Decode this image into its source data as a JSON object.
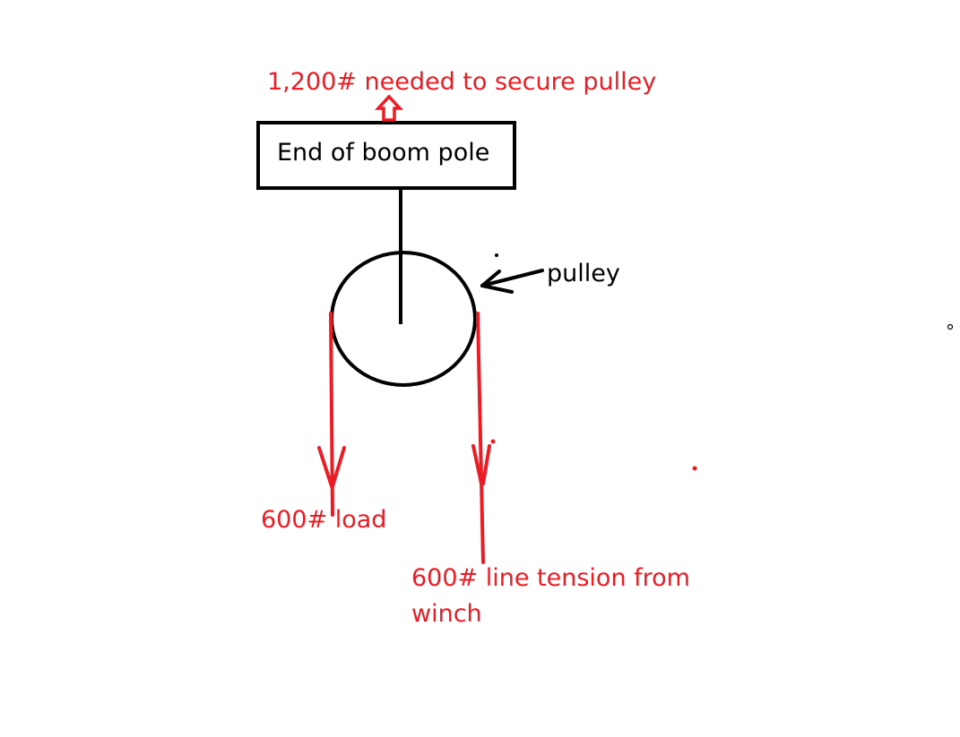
{
  "labels": {
    "top_force": "1,200# needed to secure pulley",
    "boom": "End of boom pole",
    "pulley": "pulley",
    "load": "600# load",
    "tension_line1": "600# line tension from",
    "tension_line2": "winch"
  },
  "colors": {
    "force": "#ed1c24",
    "structure": "#000000"
  }
}
